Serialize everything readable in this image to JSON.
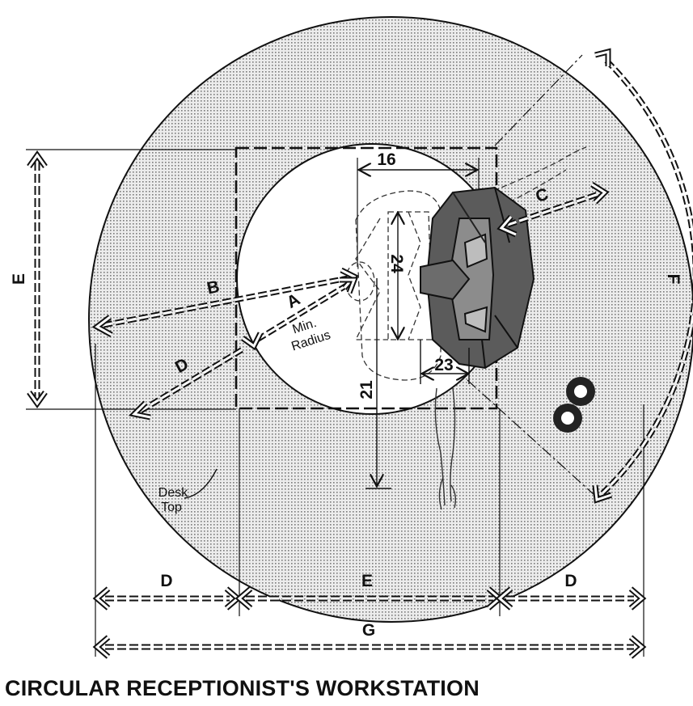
{
  "title": "CIRCULAR RECEPTIONIST'S WORKSTATION",
  "labels": {
    "A": "A",
    "B": "B",
    "C": "C",
    "D": "D",
    "E": "E",
    "F": "F",
    "G": "G",
    "d16": "16",
    "d24": "24",
    "d23": "23",
    "d21": "21"
  },
  "notes": {
    "min_radius_1": "Min.",
    "min_radius_2": "Radius",
    "desk_top_1": "Desk",
    "desk_top_2": "Top"
  }
}
